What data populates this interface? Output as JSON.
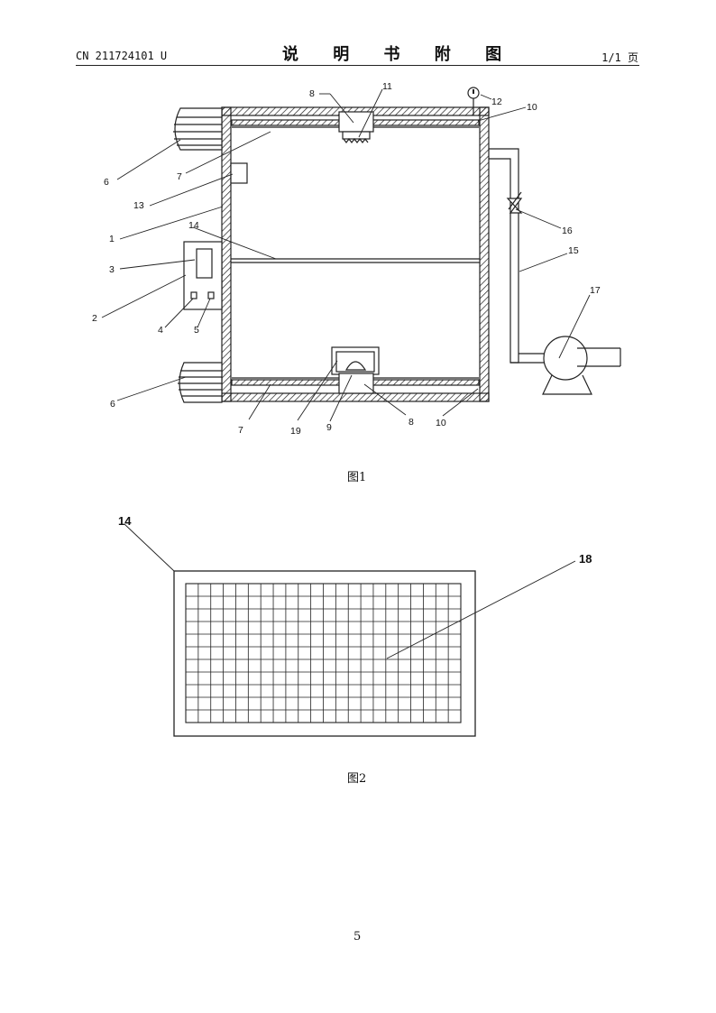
{
  "header": {
    "doc_number": "CN 211724101 U",
    "section_title": "说 明 书 附 图",
    "page_info": "1/1 页"
  },
  "figure1": {
    "caption": "图1",
    "labels": {
      "l1": "1",
      "l2": "2",
      "l3": "3",
      "l4": "4",
      "l5": "5",
      "l6a": "6",
      "l6b": "6",
      "l7a": "7",
      "l7b": "7",
      "l8a": "8",
      "l8b": "8",
      "l9": "9",
      "l10a": "10",
      "l10b": "10",
      "l11": "11",
      "l12": "12",
      "l13": "13",
      "l14": "14",
      "l15": "15",
      "l16": "16",
      "l17": "17",
      "l19": "19"
    }
  },
  "figure2": {
    "caption": "图2",
    "labels": {
      "l14": "14",
      "l18": "18"
    },
    "grid": {
      "columns": 22,
      "rows": 11
    }
  },
  "page_number": "5"
}
